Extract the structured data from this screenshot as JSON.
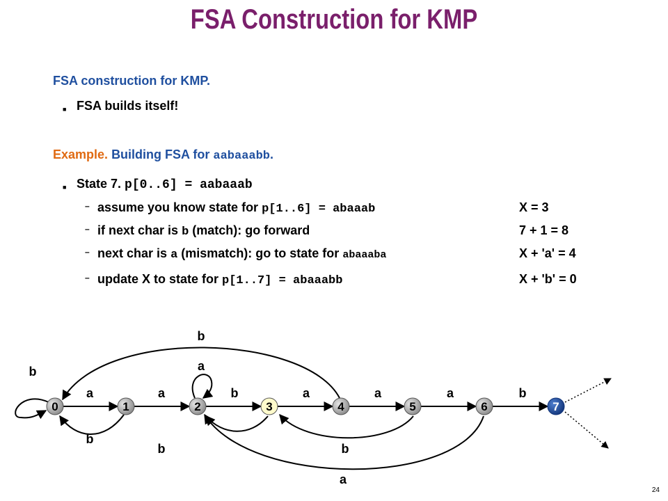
{
  "title": "FSA Construction for KMP",
  "intro": {
    "heading": "FSA construction for KMP.",
    "bullet": "FSA builds itself!"
  },
  "example": {
    "label": "Example.",
    "text": "Building FSA for",
    "pattern": "aabaaabb",
    "period": "."
  },
  "state": {
    "label": "State 7.",
    "code": "p[0..6] = aabaaab"
  },
  "steps": [
    {
      "pre": "assume you know state for",
      "code": "p[1..6] = abaaab",
      "post": "",
      "right": "X = 3"
    },
    {
      "pre": "if next char is",
      "code": "b",
      "post": "(match):  go forward",
      "right": "7 + 1 = 8"
    },
    {
      "pre": "next char is",
      "code": "a",
      "post": "(mismatch):  go to state for",
      "code2": "abaaaba",
      "right": "X + 'a' = 4"
    },
    {
      "pre": "update X to state for",
      "code": "p[1..7] = abaaabb",
      "post": "",
      "right": "X + 'b' = 0"
    }
  ],
  "diagram": {
    "states": [
      "0",
      "1",
      "2",
      "3",
      "4",
      "5",
      "6",
      "7"
    ],
    "forward_labels": [
      "a",
      "a",
      "b",
      "a",
      "a",
      "a",
      "b"
    ],
    "self_loop_0": "b",
    "self_loop_2": "a",
    "back_4_to_0": "b",
    "back_1_to_0": "b",
    "back_5_to_3": "b",
    "back_3_to_2": "b",
    "back_6_to_2": "a",
    "colors": {
      "default_state": "#9a9a9a",
      "highlight_state": "#fffbcc",
      "current_state": "#1f4f9f"
    }
  },
  "page_number": "24"
}
